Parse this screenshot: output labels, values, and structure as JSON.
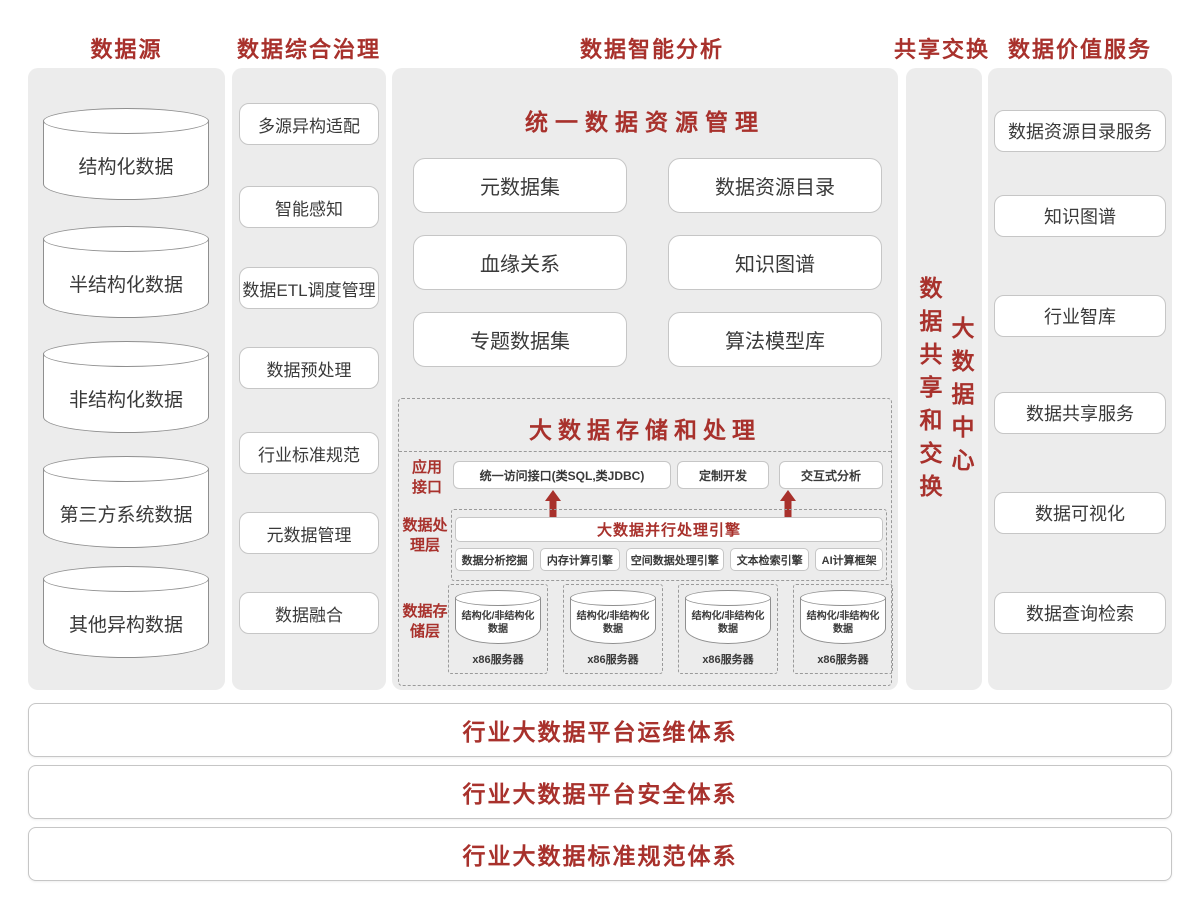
{
  "colors": {
    "accent": "#A8312C",
    "panel_bg": "#ECECEC",
    "box_border": "#C6C6C6",
    "text": "#3A3A3A"
  },
  "headers": {
    "sources": "数据源",
    "governance": "数据综合治理",
    "analysis": "数据智能分析",
    "exchange": "共享交换",
    "value_services": "数据价值服务"
  },
  "sources": {
    "items": [
      "结构化数据",
      "半结构化数据",
      "非结构化数据",
      "第三方系统数据",
      "其他异构数据"
    ]
  },
  "governance": {
    "items": [
      "多源异构适配",
      "智能感知",
      "数据ETL调度管理",
      "数据预处理",
      "行业标准规范",
      "元数据管理",
      "数据融合"
    ]
  },
  "analysis": {
    "resource_title": "统一数据资源管理",
    "resource_items": [
      "元数据集",
      "数据资源目录",
      "血缘关系",
      "知识图谱",
      "专题数据集",
      "算法模型库"
    ],
    "storage_title": "大数据存储和处理",
    "app_layer": {
      "label": "应用\n接口",
      "boxes": [
        "统一访问接口(类SQL,类JDBC)",
        "定制开发",
        "交互式分析"
      ]
    },
    "processing_layer": {
      "label": "数据处\n理层",
      "engine": "大数据并行处理引擎",
      "boxes": [
        "数据分析挖掘",
        "内存计算引擎",
        "空间数据处理引擎",
        "文本检索引擎",
        "AI计算框架"
      ]
    },
    "storage_layer": {
      "label": "数据存\n储层",
      "node_label": "结构化/非结构化\n数据",
      "server_label": "x86服务器"
    }
  },
  "exchange": {
    "text_left": "数据共享和交换",
    "text_right": "大数据中心"
  },
  "value_services": {
    "items": [
      "数据资源目录服务",
      "知识图谱",
      "行业智库",
      "数据共享服务",
      "数据可视化",
      "数据查询检索"
    ]
  },
  "footer": {
    "bars": [
      "行业大数据平台运维体系",
      "行业大数据平台安全体系",
      "行业大数据标准规范体系"
    ]
  }
}
